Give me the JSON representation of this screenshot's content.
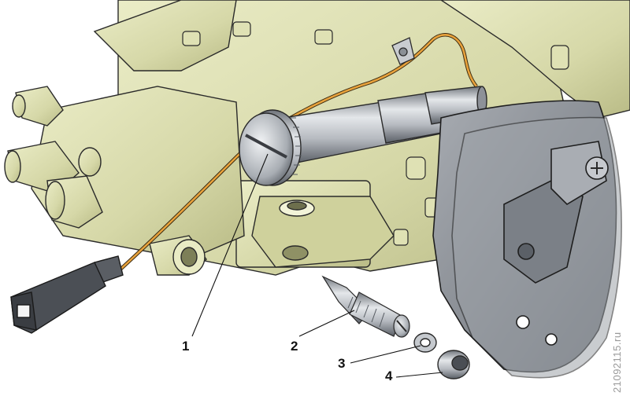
{
  "callouts": {
    "idle_speed_screw": "1",
    "mixture_screw": "2",
    "washer": "3",
    "cap_nut": "4"
  },
  "watermark": "21092115.ru",
  "colors": {
    "carburetor_body": "#d9dab0",
    "metal": "#b8bcc2",
    "wire": "#e8a23c",
    "plate": "#8f949a",
    "outline": "#2a2a2a"
  }
}
